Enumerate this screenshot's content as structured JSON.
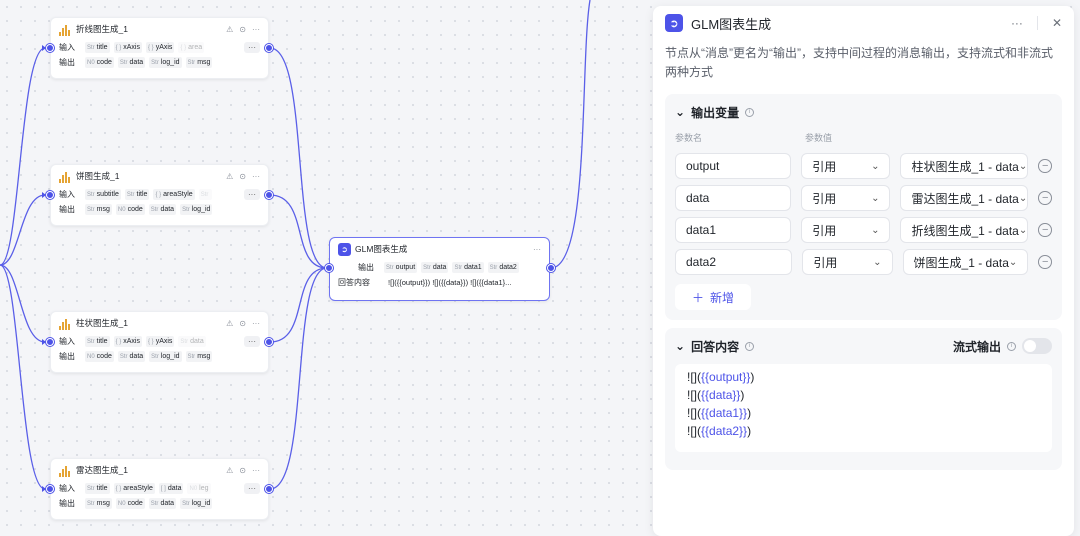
{
  "canvas": {
    "line_nodes": [
      {
        "title": "折线图生成_1",
        "input_label": "输入",
        "output_label": "输出",
        "inputs": [
          {
            "t": "Str",
            "n": "title"
          },
          {
            "t": "{ }",
            "n": "xAxis"
          },
          {
            "t": "{ }",
            "n": "yAxis"
          },
          {
            "t": "{ }",
            "n": "area"
          }
        ],
        "outputs": [
          {
            "t": "N0",
            "n": "code"
          },
          {
            "t": "Str",
            "n": "data"
          },
          {
            "t": "Str",
            "n": "log_id"
          },
          {
            "t": "Str",
            "n": "msg"
          }
        ]
      },
      {
        "title": "饼图生成_1",
        "input_label": "输入",
        "output_label": "输出",
        "inputs": [
          {
            "t": "Str",
            "n": "subtitle"
          },
          {
            "t": "Str",
            "n": "title"
          },
          {
            "t": "{ }",
            "n": "areaStyle"
          },
          {
            "t": "Str",
            "n": ""
          }
        ],
        "outputs": [
          {
            "t": "Str",
            "n": "msg"
          },
          {
            "t": "N0",
            "n": "code"
          },
          {
            "t": "Str",
            "n": "data"
          },
          {
            "t": "Str",
            "n": "log_id"
          }
        ]
      },
      {
        "title": "柱状图生成_1",
        "input_label": "输入",
        "output_label": "输出",
        "inputs": [
          {
            "t": "Str",
            "n": "title"
          },
          {
            "t": "{ }",
            "n": "xAxis"
          },
          {
            "t": "{ }",
            "n": "yAxis"
          },
          {
            "t": "Str",
            "n": "data"
          }
        ],
        "outputs": [
          {
            "t": "N0",
            "n": "code"
          },
          {
            "t": "Str",
            "n": "data"
          },
          {
            "t": "Str",
            "n": "log_id"
          },
          {
            "t": "Str",
            "n": "msg"
          }
        ]
      },
      {
        "title": "雷达图生成_1",
        "input_label": "输入",
        "output_label": "输出",
        "inputs": [
          {
            "t": "Str",
            "n": "title"
          },
          {
            "t": "{ }",
            "n": "areaStyle"
          },
          {
            "t": "[ ]",
            "n": "data"
          },
          {
            "t": "N0",
            "n": "leg"
          }
        ],
        "outputs": [
          {
            "t": "Str",
            "n": "msg"
          },
          {
            "t": "N0",
            "n": "code"
          },
          {
            "t": "Str",
            "n": "data"
          },
          {
            "t": "Str",
            "n": "log_id"
          }
        ]
      }
    ],
    "glm_node": {
      "title": "GLM图表生成",
      "output_label": "输出",
      "outputs": [
        {
          "t": "Str",
          "n": "output"
        },
        {
          "t": "Str",
          "n": "data"
        },
        {
          "t": "Str",
          "n": "data1"
        },
        {
          "t": "Str",
          "n": "data2"
        }
      ],
      "answer_label": "回答内容",
      "answer_preview": "![]({{output}}) ![]({{data}}) ![]({{data1}..."
    }
  },
  "panel": {
    "title": "GLM图表生成",
    "description": "节点从“消息”更名为“输出”，支持中间过程的消息输出，支持流式和非流式两种方式",
    "output_section": {
      "title": "输出变量",
      "col_name": "参数名",
      "col_value": "参数值",
      "rows": [
        {
          "name": "output",
          "type": "引用",
          "ref": "柱状图生成_1 - data"
        },
        {
          "name": "data",
          "type": "引用",
          "ref": "雷达图生成_1 - data"
        },
        {
          "name": "data1",
          "type": "引用",
          "ref": "折线图生成_1 - data"
        },
        {
          "name": "data2",
          "type": "引用",
          "ref": "饼图生成_1 - data"
        }
      ],
      "add_label": "新增"
    },
    "answer_section": {
      "title": "回答内容",
      "stream_label": "流式输出",
      "stream_on": false,
      "lines": [
        {
          "pre": "![](",
          "var": "{{output}}",
          "post": ")"
        },
        {
          "pre": "![](",
          "var": "{{data}}",
          "post": ")"
        },
        {
          "pre": "![](",
          "var": "{{data1}}",
          "post": ")"
        },
        {
          "pre": "![](",
          "var": "{{data2}}",
          "post": ")"
        }
      ]
    }
  },
  "colors": {
    "accent": "#4d53e8",
    "edge": "#4d53e8",
    "chart_icon": "#e5a434"
  }
}
